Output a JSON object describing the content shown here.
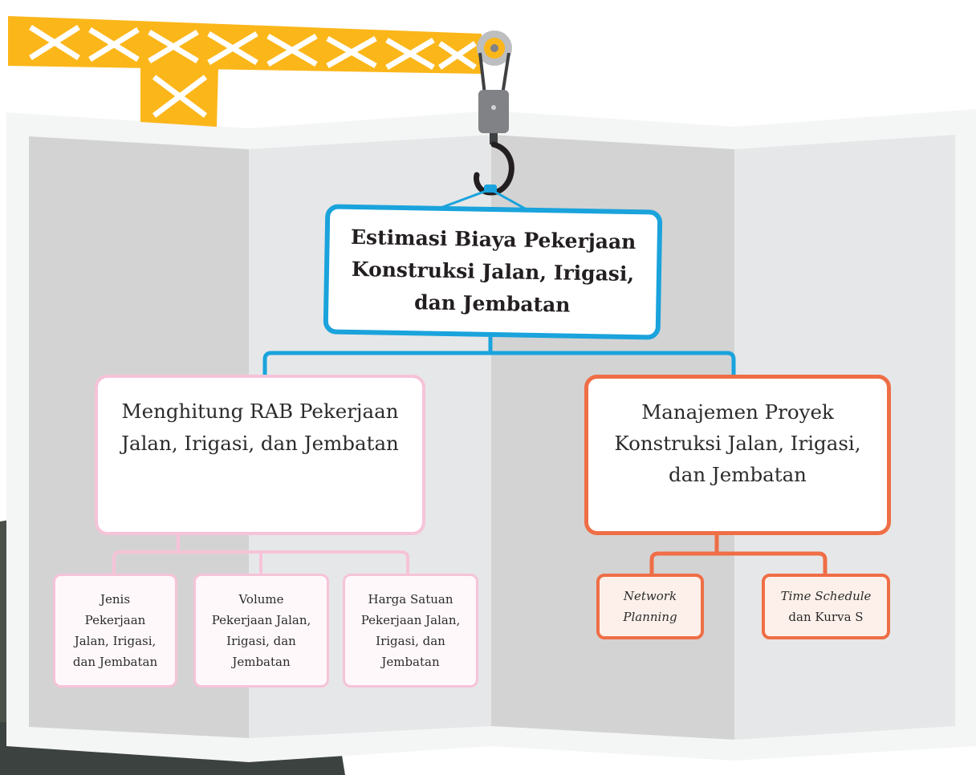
{
  "colors": {
    "root_border": "#1aa3dc",
    "left_border": "#f6c3d8",
    "right_border": "#ef6e46",
    "crane": "#fbb61a",
    "map_panel_dark": "#d3d3d3",
    "map_panel_light": "#e6e7e8"
  },
  "icons": [
    "crane-arm-icon",
    "pulley-icon",
    "hook-icon"
  ],
  "root": {
    "lines": [
      "Estimasi Biaya Pekerjaan",
      "Konstruksi Jalan, Irigasi,",
      "dan Jembatan"
    ]
  },
  "left": {
    "lines": [
      "Menghitung RAB Pekerjaan",
      "Jalan, Irigasi, dan Jembatan"
    ],
    "children": [
      {
        "lines": [
          "Jenis",
          "Pekerjaan",
          "Jalan, Irigasi,",
          "dan Jembatan"
        ]
      },
      {
        "lines": [
          "Volume",
          "Pekerjaan Jalan,",
          "Irigasi, dan",
          "Jembatan"
        ]
      },
      {
        "lines": [
          "Harga Satuan",
          "Pekerjaan Jalan,",
          "Irigasi, dan",
          "Jembatan"
        ]
      }
    ]
  },
  "right": {
    "lines": [
      "Manajemen Proyek",
      "Konstruksi Jalan, Irigasi,",
      "dan Jembatan"
    ],
    "children": [
      {
        "lines": [
          "Network",
          "Planning"
        ]
      },
      {
        "italic": "Time Schedule",
        "rest": "dan Kurva S"
      }
    ]
  }
}
